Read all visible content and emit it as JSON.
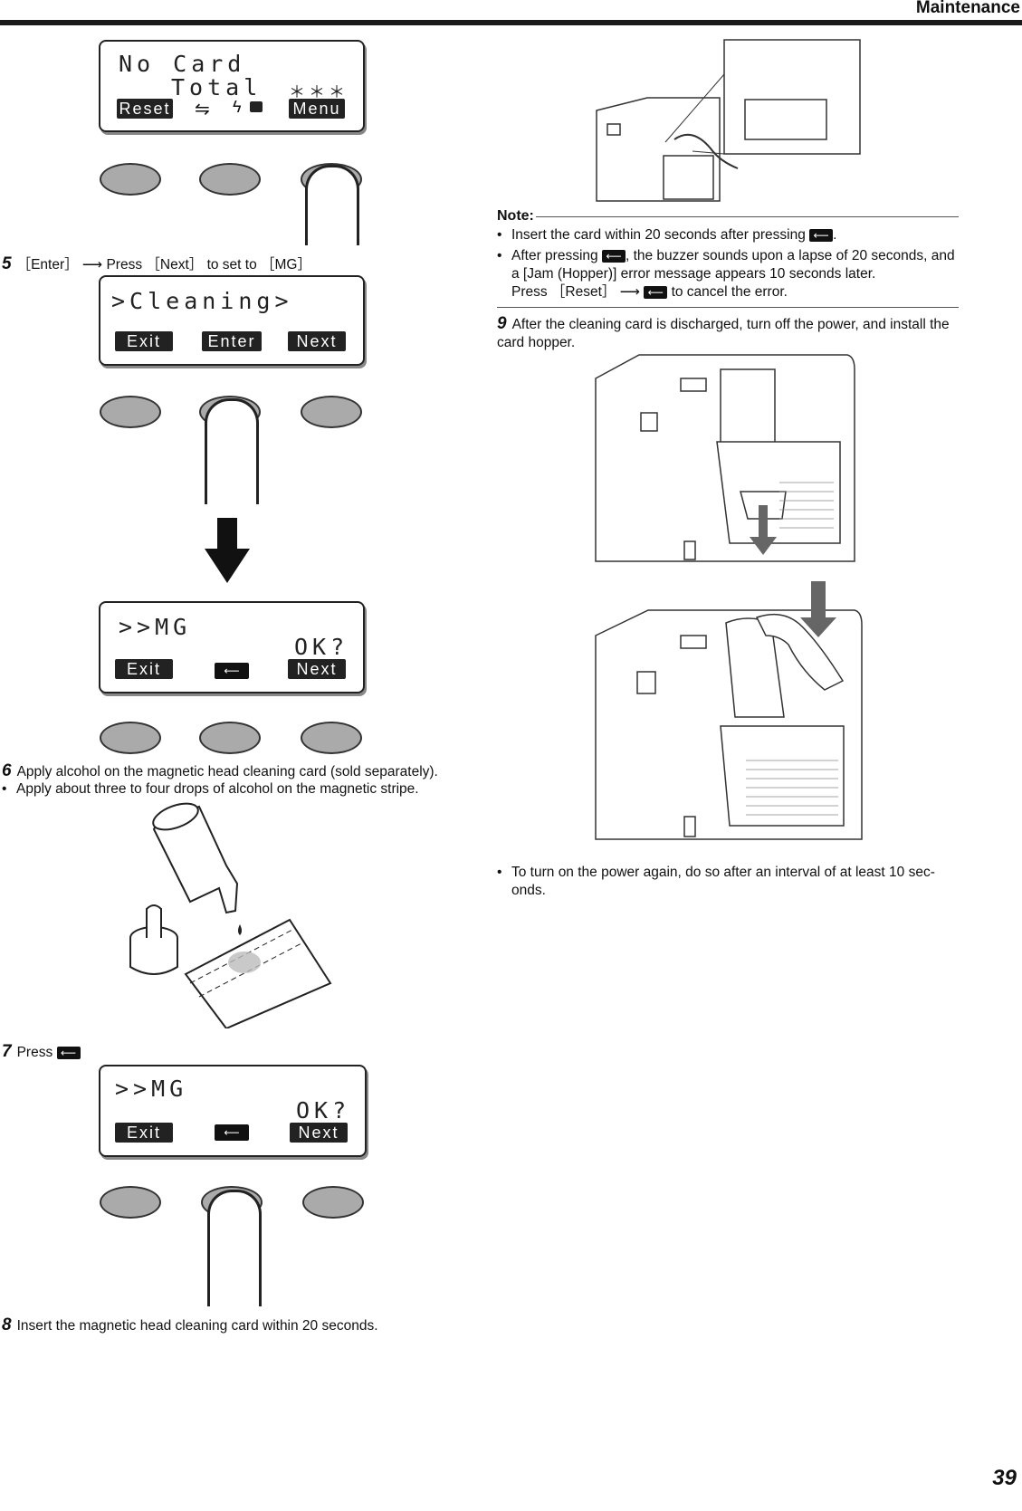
{
  "header": {
    "title": "Maintenance"
  },
  "page_number": "39",
  "lcd1": {
    "line1": "No Card",
    "line2": "Total",
    "stars": "＊＊＊",
    "btn_left": "Reset",
    "btn_right": "Menu",
    "icons": "usb-icon lightning-icon lock-icon"
  },
  "step5": {
    "num": "5",
    "text": "［Enter］ ⟶ Press ［Next］ to set to ［MG］"
  },
  "lcd2": {
    "line1": ">Cleaning>",
    "btn_left": "Exit",
    "btn_mid": "Enter",
    "btn_right": "Next"
  },
  "lcd3": {
    "line1": ">>MG",
    "line2": "OK?",
    "btn_left": "Exit",
    "btn_right": "Next"
  },
  "step6": {
    "num": "6",
    "text": "Apply alcohol on the magnetic head cleaning card (sold separately).",
    "bullet": "Apply about three to four drops of alcohol on the magnetic stripe."
  },
  "step7": {
    "num": "7",
    "text": "Press"
  },
  "lcd4": {
    "line1": ">>MG",
    "line2": "OK?",
    "btn_left": "Exit",
    "btn_right": "Next"
  },
  "step8": {
    "num": "8",
    "text": "Insert the magnetic head cleaning card within 20 seconds."
  },
  "note": {
    "title": "Note:",
    "b1_a": "Insert the card within 20 seconds after pressing",
    "b1_b": ".",
    "b2_a": "After pressing",
    "b2_b": ", the buzzer sounds upon a lapse of 20 seconds, and a [Jam (Hopper)] error message appears 10 seconds later.",
    "b2_c": "Press ［Reset］ ⟶",
    "b2_d": "to cancel the error."
  },
  "step9": {
    "num": "9",
    "text": "After the cleaning card is discharged, turn off the power, and install the card hopper."
  },
  "final_bullet": "To turn on the power again, do so after an interval of at least 10 sec-onds."
}
